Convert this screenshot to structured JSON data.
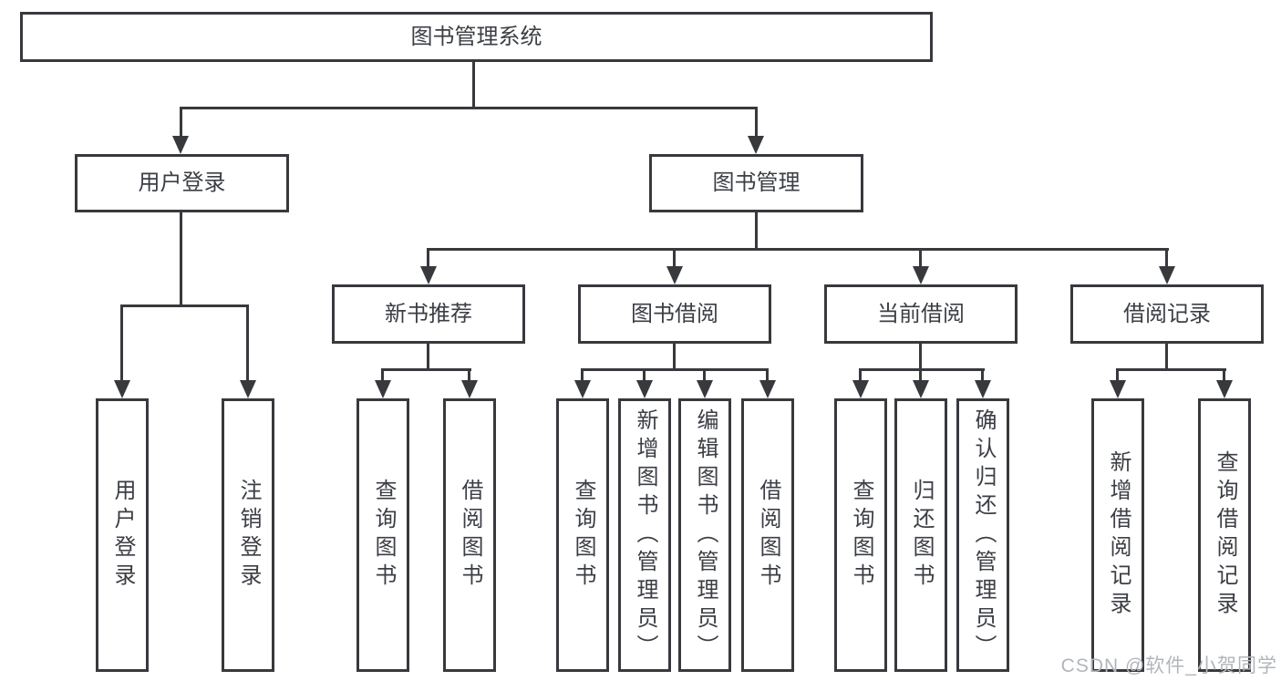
{
  "diagram": {
    "root": {
      "label": "图书管理系统"
    },
    "level2": [
      {
        "label": "用户登录"
      },
      {
        "label": "图书管理"
      }
    ],
    "level3": [
      {
        "label": "新书推荐"
      },
      {
        "label": "图书借阅"
      },
      {
        "label": "当前借阅"
      },
      {
        "label": "借阅记录"
      }
    ],
    "leaves": {
      "login": [
        "用户登录",
        "注销登录"
      ],
      "recommend": [
        "查询图书",
        "借阅图书"
      ],
      "borrow": [
        "查询图书",
        "新增图书（管理员）",
        "编辑图书（管理员）",
        "借阅图书"
      ],
      "current": [
        "查询图书",
        "归还图书",
        "确认归还（管理员）"
      ],
      "records": [
        "新增借阅记录",
        "查询借阅记录"
      ]
    }
  },
  "watermark": {
    "text": "CSDN @软件_小贺同学"
  },
  "colors": {
    "line": "#37393d",
    "text": "#3b3e44",
    "watermark": "#b2b5bb",
    "background": "#ffffff"
  }
}
